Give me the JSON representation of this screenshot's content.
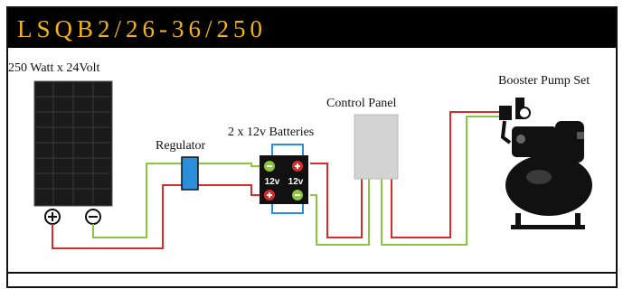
{
  "title": "LSQB2/26-36/250",
  "panel_label": "250 Watt x  24Volt",
  "regulator_label": "Regulator",
  "batteries_label": "2 x 12v Batteries",
  "battery_voltage": "12v",
  "control_panel_label": "Control Panel",
  "pump_label": "Booster Pump Set",
  "colors": {
    "title_bg": "#000000",
    "title_text": "#f2b418",
    "wire_positive": "#d92b2b",
    "wire_negative": "#8cc63f",
    "regulator": "#2a8fd8",
    "battery_link": "#2a8fd8",
    "control_panel": "#d3d3d3"
  }
}
